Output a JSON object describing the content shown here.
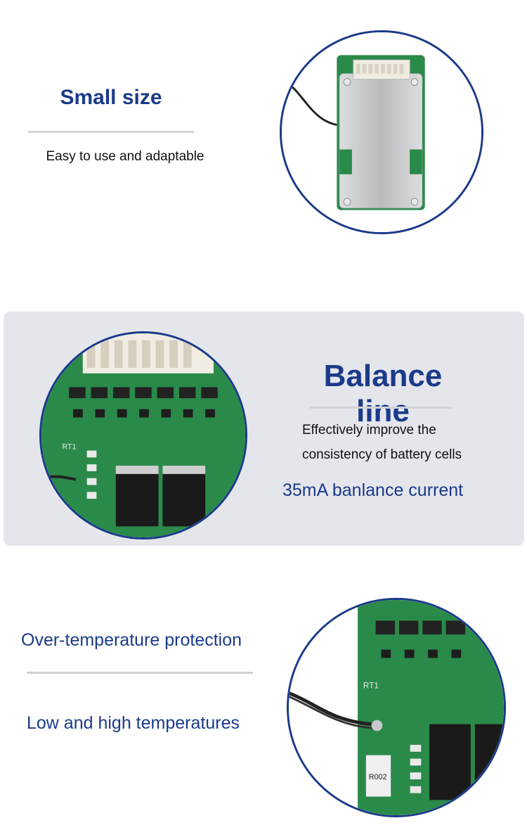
{
  "section_small_size": {
    "title": "Small size",
    "description": "Easy to use and adaptable"
  },
  "section_balance_line": {
    "title": "Balance line",
    "description_line1": "Effectively improve the",
    "description_line2": "consistency of battery cells",
    "subtitle": "35mA banlance current",
    "board_label": "RT1"
  },
  "section_temperature": {
    "title": "Over-temperature protection",
    "description": "Low and high temperatures",
    "board_label_1": "RT1",
    "board_label_2": "R002"
  },
  "colors": {
    "accent_navy": "#1b3a8a",
    "panel_gray": "#e4e6ec",
    "rule_gray": "#d0d2d6",
    "pcb_green": "#2a8a4a"
  }
}
